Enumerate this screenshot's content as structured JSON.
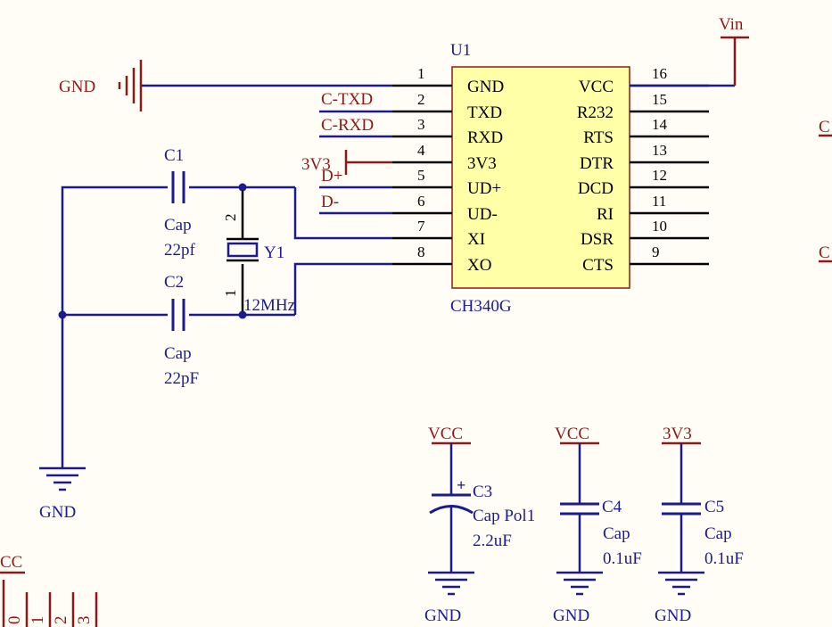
{
  "chip": {
    "designator": "U1",
    "part": "CH340G",
    "fill_color": "#ffffa8",
    "left_pins": [
      {
        "num": "1",
        "name": "GND"
      },
      {
        "num": "2",
        "name": "TXD"
      },
      {
        "num": "3",
        "name": "RXD"
      },
      {
        "num": "4",
        "name": "3V3"
      },
      {
        "num": "5",
        "name": "UD+"
      },
      {
        "num": "6",
        "name": "UD-"
      },
      {
        "num": "7",
        "name": "XI"
      },
      {
        "num": "8",
        "name": "XO"
      }
    ],
    "right_pins": [
      {
        "num": "16",
        "name": "VCC"
      },
      {
        "num": "15",
        "name": "R232"
      },
      {
        "num": "14",
        "name": "RTS"
      },
      {
        "num": "13",
        "name": "DTR"
      },
      {
        "num": "12",
        "name": "DCD"
      },
      {
        "num": "11",
        "name": "RI"
      },
      {
        "num": "10",
        "name": "DSR"
      },
      {
        "num": "9",
        "name": "CTS"
      }
    ]
  },
  "nets": {
    "gnd_left": "GND",
    "c_txd": "C-TXD",
    "c_rxd": "C-RXD",
    "v3v3": "3V3",
    "d_plus": "D+",
    "d_minus": "D-",
    "vin": "Vin",
    "gnd_osc": "GND",
    "vcc_c3": "VCC",
    "vcc_c4": "VCC",
    "v3v3_c5": "3V3",
    "gnd_c3": "GND",
    "gnd_c4": "GND",
    "gnd_c5": "GND",
    "right_edge_1": "C",
    "right_edge_2": "C",
    "vcc_partial": "CC"
  },
  "components": {
    "c1": {
      "designator": "C1",
      "type": "Cap",
      "value": "22pf"
    },
    "c2": {
      "designator": "C2",
      "type": "Cap",
      "value": "22pF"
    },
    "y1": {
      "designator": "Y1",
      "value": "12MHz",
      "pin_a": "2",
      "pin_b": "1"
    },
    "c3": {
      "designator": "C3",
      "type": "Cap Pol1",
      "value": "2.2uF"
    },
    "c4": {
      "designator": "C4",
      "type": "Cap",
      "value": "0.1uF"
    },
    "c5": {
      "designator": "C5",
      "type": "Cap",
      "value": "0.1uF"
    }
  },
  "partial_pins": [
    "0",
    "1",
    "2",
    "3"
  ]
}
